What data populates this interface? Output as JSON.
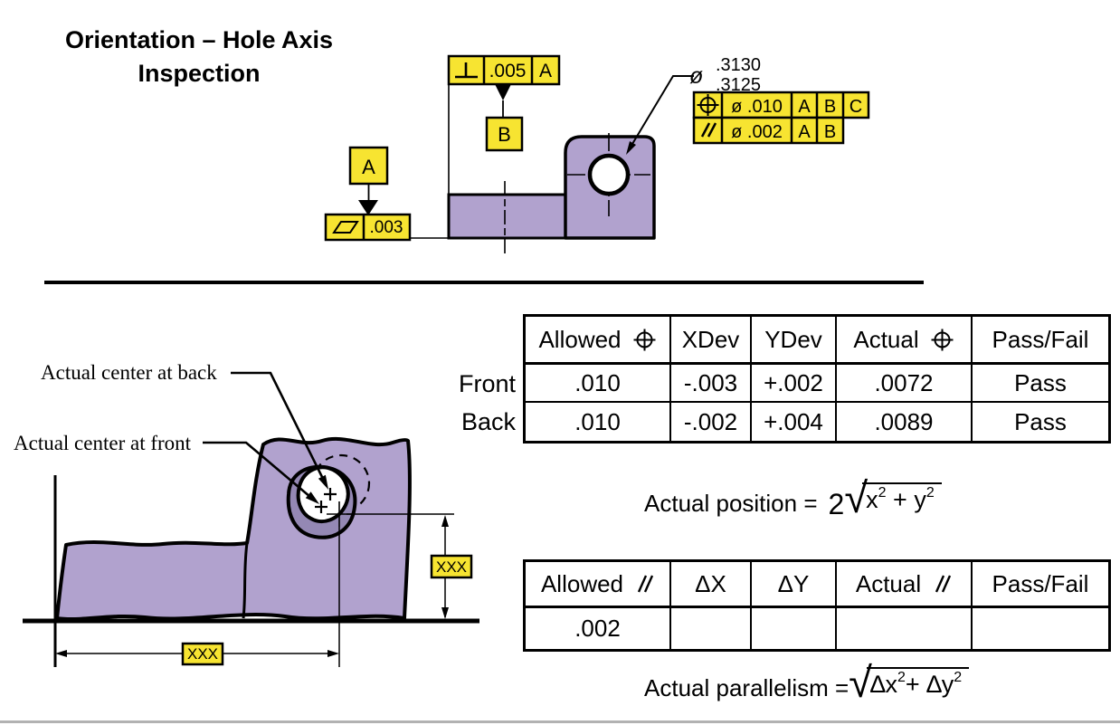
{
  "title": {
    "line1": "Orientation – Hole Axis",
    "line2": "Inspection"
  },
  "icons": {
    "perpendicularity": "⊥",
    "flatness": "▱",
    "position": "⊕",
    "parallelism": "∥",
    "diameter": "ø",
    "datum_triangle": "▼"
  },
  "colors": {
    "part_fill": "#b1a2ce",
    "part_shadow": "#9488b4",
    "callout_yellow": "#f7e431",
    "line": "#000000",
    "footer_gray": "#b2b2b2"
  },
  "top_drawing": {
    "perp_fcf": {
      "tolerance": ".005",
      "datum": "A"
    },
    "datum_b": "B",
    "datum_a": "A",
    "flatness_fcf": {
      "tolerance": ".003"
    },
    "hole_callout": {
      "symbol": "ø",
      "upper": ".3130",
      "lower": ".3125"
    },
    "position_fcf": {
      "tolerance": "ø .010",
      "datum1": "A",
      "datum2": "B",
      "datum3": "C"
    },
    "parallelism_fcf": {
      "tolerance": "ø .002",
      "datum1": "A",
      "datum2": "B"
    }
  },
  "bottom_drawing": {
    "label_back": "Actual center at back",
    "label_front": "Actual center at front",
    "dim_vertical": "XXX",
    "dim_horizontal": "XXX"
  },
  "position_table": {
    "row_labels": [
      "Front",
      "Back"
    ],
    "headers": [
      "Allowed",
      "XDev",
      "YDev",
      "Actual",
      "Pass/Fail"
    ],
    "rows": [
      [
        ".010",
        "-.003",
        "+.002",
        ".0072",
        "Pass"
      ],
      [
        ".010",
        "-.002",
        "+.004",
        ".0089",
        "Pass"
      ]
    ]
  },
  "parallelism_table": {
    "headers": [
      "Allowed",
      "ΔX",
      "ΔY",
      "Actual",
      "Pass/Fail"
    ],
    "rows": [
      [
        ".002",
        "",
        "",
        "",
        ""
      ]
    ]
  },
  "formulas": {
    "position": {
      "prefix": "Actual position =",
      "coefficient": "2",
      "radical": "√",
      "term1": "x",
      "exp1": "2",
      "operator": "+",
      "term2": "y",
      "exp2": "2"
    },
    "parallelism": {
      "prefix": "Actual parallelism =",
      "radical": "√",
      "term1": "∆x",
      "exp1": "2",
      "operator": "+",
      "term2": "∆y",
      "exp2": "2"
    }
  }
}
